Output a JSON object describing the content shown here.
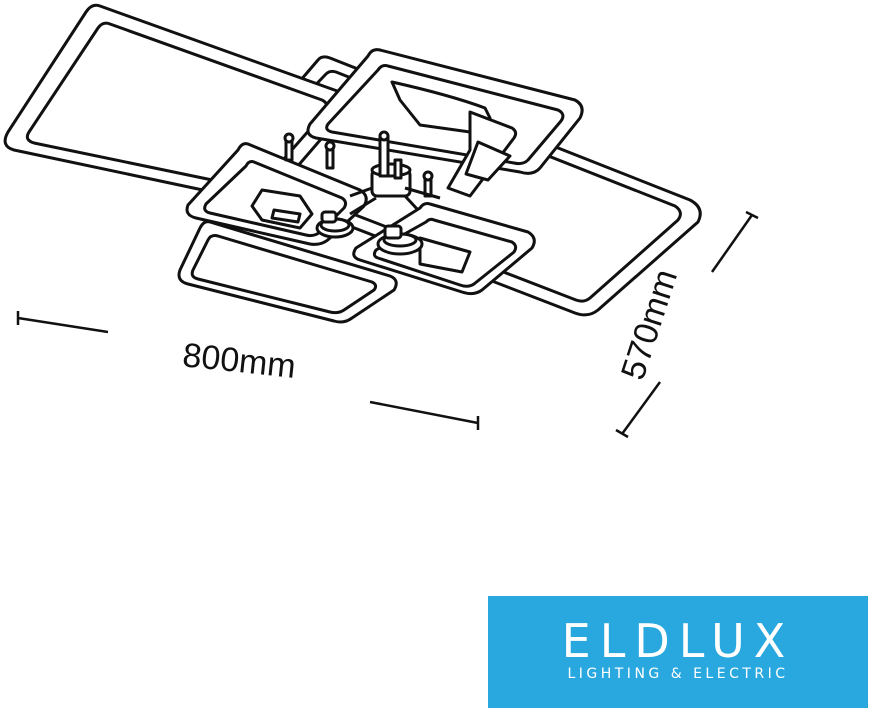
{
  "dimensions": {
    "width_label": "800mm",
    "depth_label": "570mm"
  },
  "logo": {
    "brand": "ELDLUX",
    "tagline": "LIGHTING & ELECTRIC",
    "background_color": "#29a8e0",
    "text_color": "#ffffff"
  },
  "colors": {
    "line": "#111111",
    "fill": "#ffffff"
  }
}
